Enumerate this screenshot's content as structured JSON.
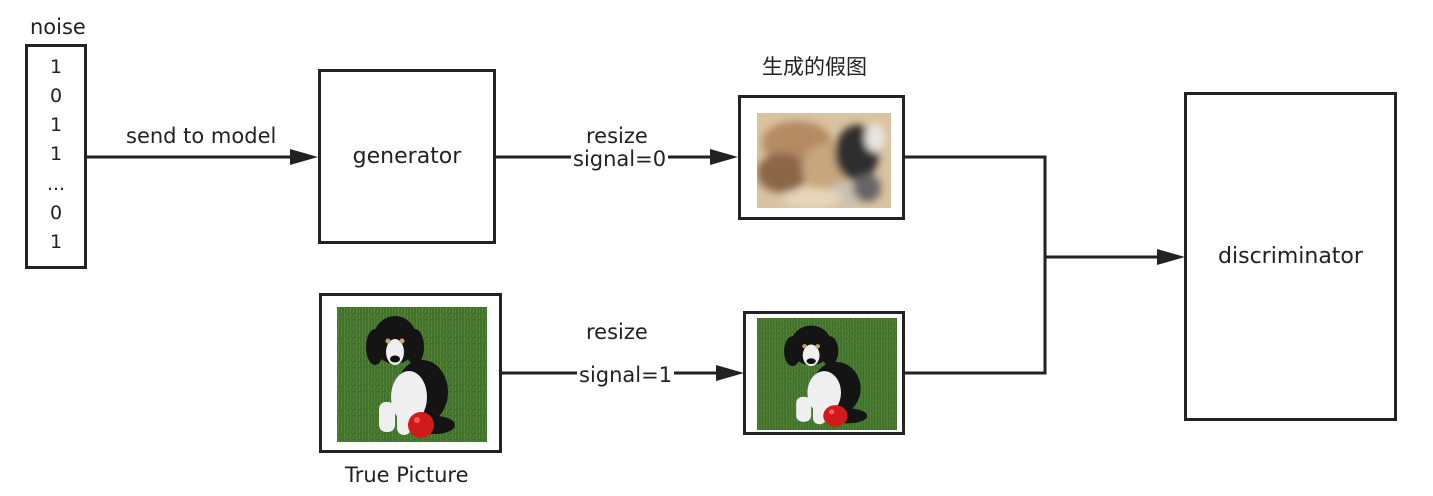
{
  "noise": {
    "title": "noise",
    "bits": [
      "1",
      "0",
      "1",
      "1",
      "...",
      "0",
      "1"
    ]
  },
  "edges": {
    "send_to_model": "send to model",
    "resize_top": "resize",
    "signal_top": "signal=0",
    "resize_bottom": "resize",
    "signal_bottom": "signal=1"
  },
  "nodes": {
    "generator": "generator",
    "discriminator": "discriminator",
    "fake_image_title": "生成的假图",
    "true_picture_title": "True Picture"
  }
}
